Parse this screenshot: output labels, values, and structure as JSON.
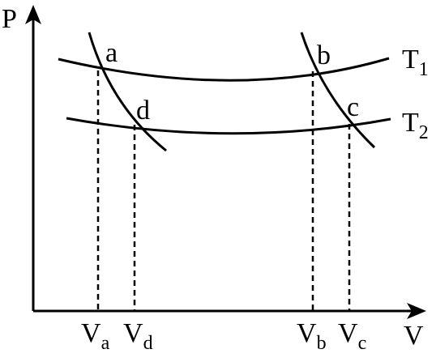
{
  "axes": {
    "y_label": "P",
    "x_label": "V"
  },
  "points": {
    "a": "a",
    "b": "b",
    "c": "c",
    "d": "d"
  },
  "isotherms": {
    "t1": {
      "main": "T",
      "sub": "1"
    },
    "t2": {
      "main": "T",
      "sub": "2"
    }
  },
  "volumes": {
    "va": {
      "main": "V",
      "sub": "a"
    },
    "vd": {
      "main": "V",
      "sub": "d"
    },
    "vb": {
      "main": "V",
      "sub": "b"
    },
    "vc": {
      "main": "V",
      "sub": "c"
    }
  },
  "colors": {
    "stroke": "#000000",
    "background": "#ffffff"
  }
}
